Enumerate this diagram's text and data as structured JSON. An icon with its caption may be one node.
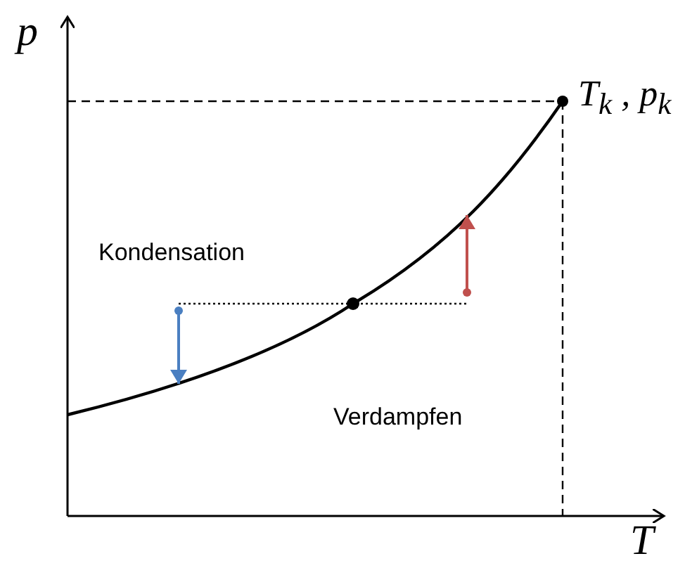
{
  "diagram": {
    "labels": [
      "p",
      "T$_{k}$ , p$_{k}$",
      "Kondensation",
      "Verdampfen",
      "T"
    ]
  }
}
